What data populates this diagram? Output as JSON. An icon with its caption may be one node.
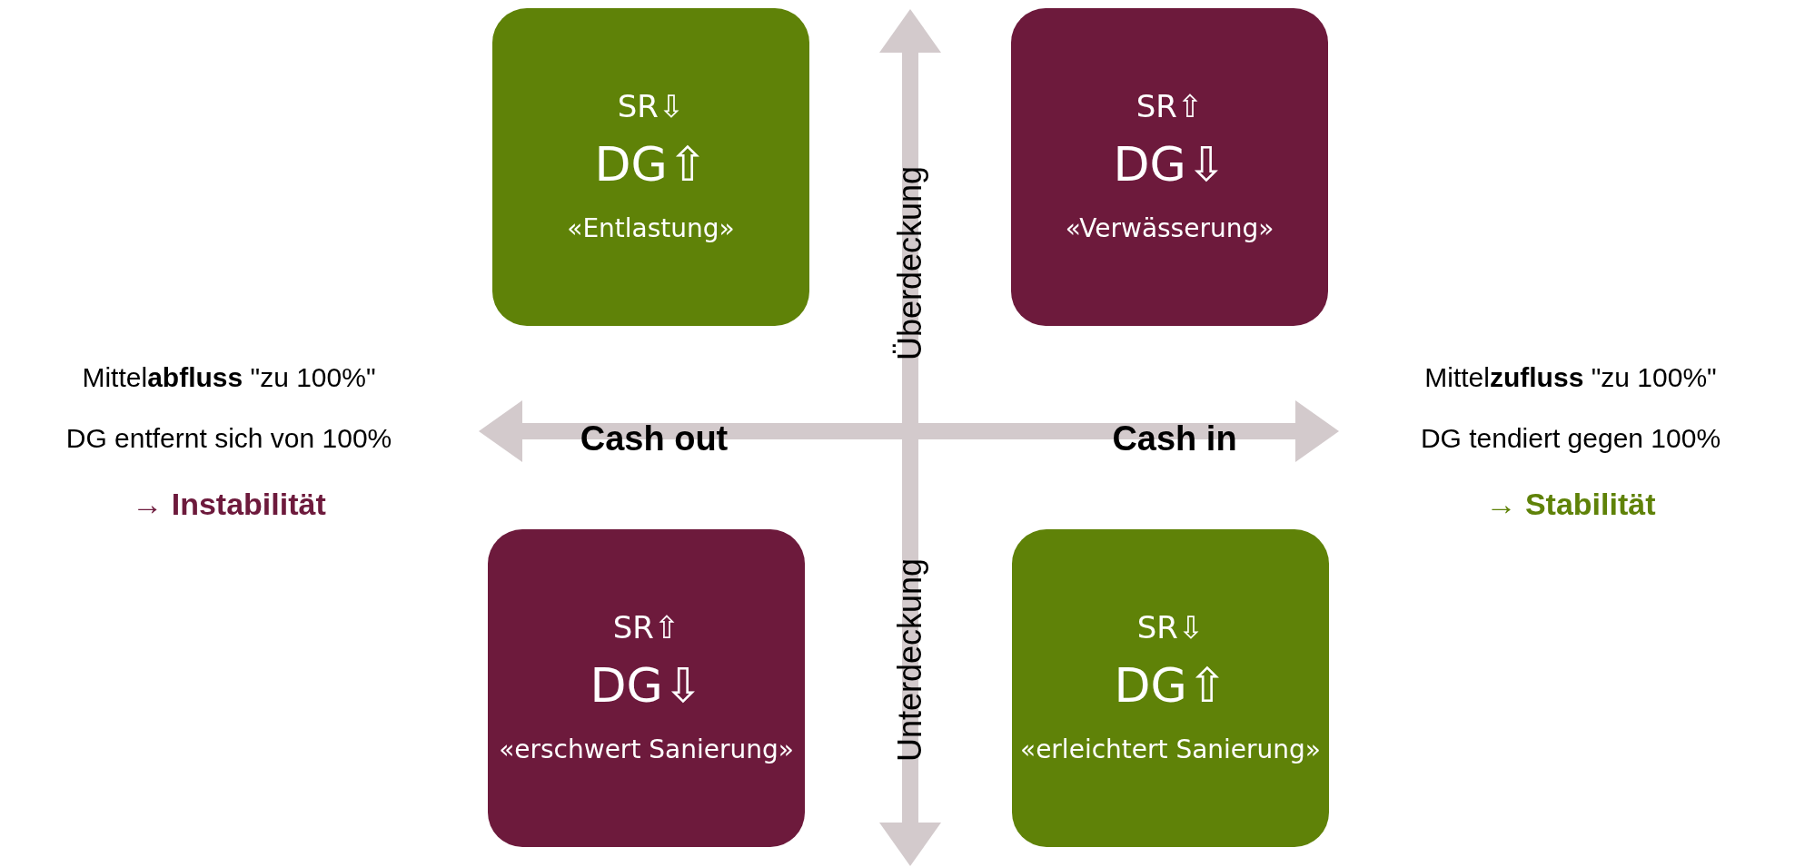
{
  "diagram": {
    "nodes": [
      {
        "text": [
          "SR⇩",
          "DG⇧",
          "«Entlastung»"
        ]
      },
      {
        "text": [
          "SR⇧",
          "DG⇩",
          "«Verwässerung»"
        ]
      },
      {
        "text": [
          "SR⇧",
          "DG⇩",
          "«erschwert Sanierung»"
        ]
      },
      {
        "text": [
          "SR⇩",
          "DG⇧",
          "«erleichtert Sanierung»"
        ]
      }
    ],
    "labels": [
      "Mittel**abfluss** \"zu 100%\"",
      "DG entfernt sich von 100%",
      "→ Instabilität",
      "Mittel**zufluss** \"zu 100%\"",
      "DG tendiert gegen 100%",
      "→ Stabilität",
      "Cash out",
      "Cash in",
      "Überdeckung",
      "Unterdeckung"
    ]
  }
}
